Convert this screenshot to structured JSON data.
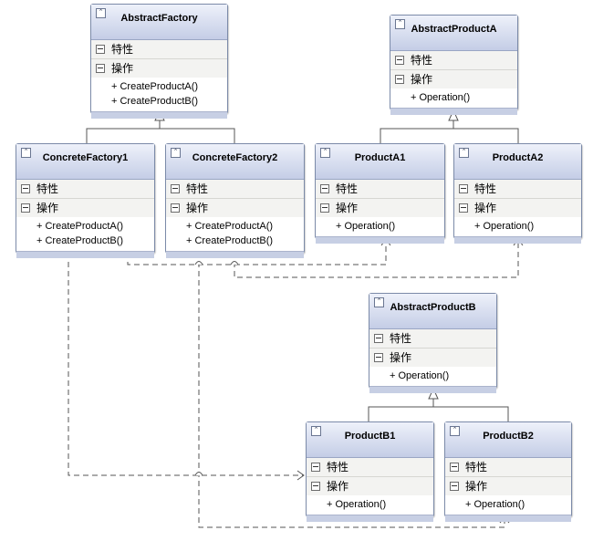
{
  "labels": {
    "attributes": "特性",
    "operations": "操作"
  },
  "classes": {
    "abstract_factory": {
      "name": "AbstractFactory",
      "ops": [
        "+ CreateProductA()",
        "+ CreateProductB()"
      ]
    },
    "abstract_product_a": {
      "name": "AbstractProductA",
      "ops": [
        "+ Operation()"
      ]
    },
    "concrete_factory1": {
      "name": "ConcreteFactory1",
      "ops": [
        "+ CreateProductA()",
        "+ CreateProductB()"
      ]
    },
    "concrete_factory2": {
      "name": "ConcreteFactory2",
      "ops": [
        "+ CreateProductA()",
        "+ CreateProductB()"
      ]
    },
    "product_a1": {
      "name": "ProductA1",
      "ops": [
        "+ Operation()"
      ]
    },
    "product_a2": {
      "name": "ProductA2",
      "ops": [
        "+ Operation()"
      ]
    },
    "abstract_product_b": {
      "name": "AbstractProductB",
      "ops": [
        "+ Operation()"
      ]
    },
    "product_b1": {
      "name": "ProductB1",
      "ops": [
        "+ Operation()"
      ]
    },
    "product_b2": {
      "name": "ProductB2",
      "ops": [
        "+ Operation()"
      ]
    }
  },
  "colors": {
    "header_top": "#eef1fa",
    "header_bottom": "#c4cde6",
    "border": "#7b8aa8",
    "line": "#555555"
  }
}
